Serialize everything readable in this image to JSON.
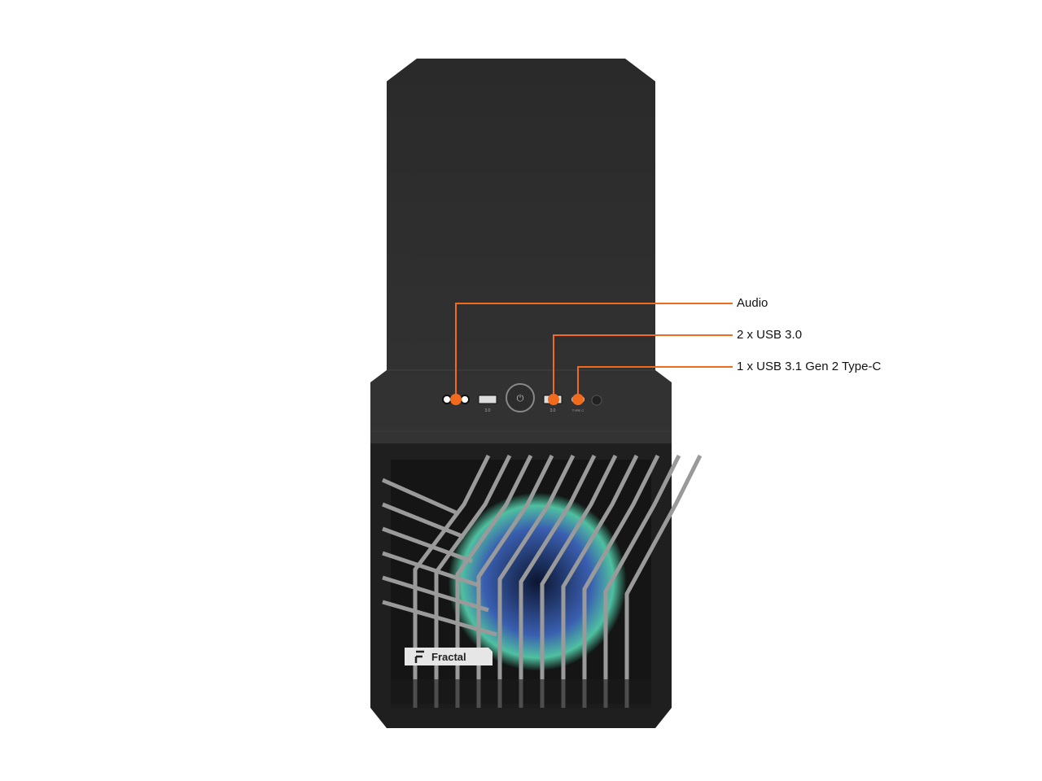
{
  "product": {
    "brand_logo_text": "Fractal",
    "port_labels": [
      "3.0",
      "3.0",
      "TYPE C"
    ]
  },
  "callouts": [
    {
      "label": "Audio"
    },
    {
      "label": "2 x USB 3.0"
    },
    {
      "label": "1 x USB 3.1 Gen 2 Type-C"
    }
  ],
  "colors": {
    "callout_line": "#f26b1d",
    "case_body": "#2b2b2b",
    "background": "#ffffff"
  }
}
